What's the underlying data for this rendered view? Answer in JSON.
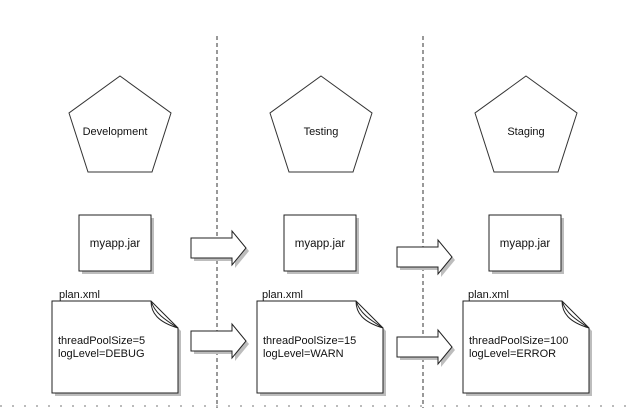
{
  "stages": [
    {
      "name": "Development",
      "artifact": "myapp.jar",
      "plan_title": "plan.xml",
      "config_lines": [
        "threadPoolSize=5",
        "logLevel=DEBUG"
      ]
    },
    {
      "name": "Testing",
      "artifact": "myapp.jar",
      "plan_title": "plan.xml",
      "config_lines": [
        "threadPoolSize=15",
        "logLevel=WARN"
      ]
    },
    {
      "name": "Staging",
      "artifact": "myapp.jar",
      "plan_title": "plan.xml",
      "config_lines": [
        "threadPoolSize=100",
        "logLevel=ERROR"
      ]
    }
  ],
  "colors": {
    "line": "#333333",
    "fill": "#ffffff",
    "shadow": "#bdbdbd",
    "text": "#111111"
  }
}
